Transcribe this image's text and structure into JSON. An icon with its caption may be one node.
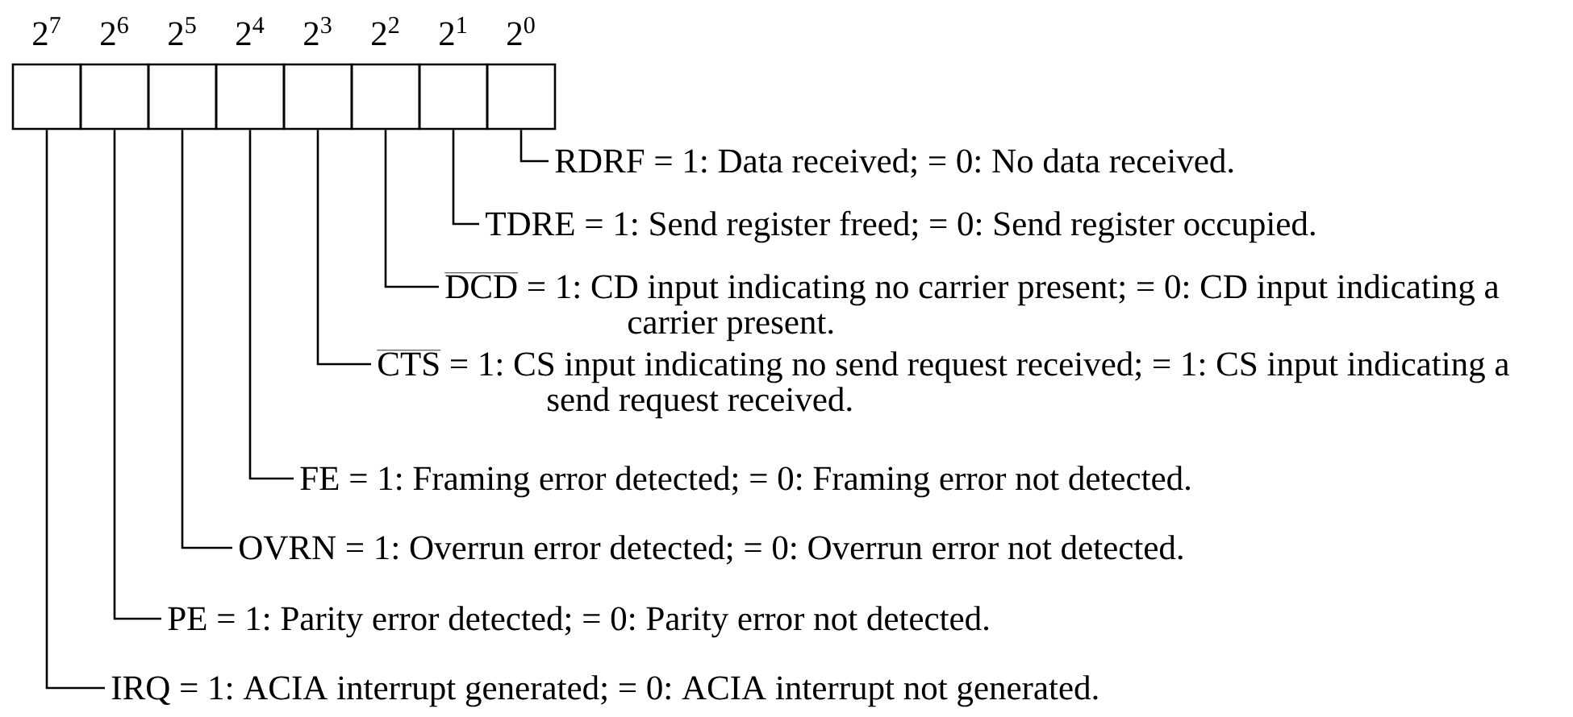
{
  "diagram": {
    "nodes": [
      {
        "text": [],
        "shape": "box"
      },
      {
        "text": [],
        "shape": "box"
      },
      {
        "text": [],
        "shape": "box"
      },
      {
        "text": [],
        "shape": "box"
      },
      {
        "text": [],
        "shape": "box"
      },
      {
        "text": [],
        "shape": "box"
      },
      {
        "text": [],
        "shape": "box"
      },
      {
        "text": [],
        "shape": "box"
      },
      {
        "text": [
          "RDRF = 1: Data received; = 0: No data received."
        ]
      },
      {
        "text": [
          "TDRE = 1: Send register freed; = 0: Send register occupied."
        ]
      },
      {
        "text": [
          "DCD",
          "= 1: CD input indicating no carrier present; = 0: CD input indicating a carrier present."
        ]
      },
      {
        "text": [
          "CTS",
          "= 1: CS input indicating no send request received; = 1: CS input indicating a send request received."
        ]
      },
      {
        "text": [
          "FE = 1: Framing error detected; = 0: Framing error not detected."
        ]
      },
      {
        "text": [
          "OVRN = 1: Overrun error detected; = 0: Overrun error not detected."
        ]
      },
      {
        "text": [
          "PE = 1: Parity error detected; = 0: Parity error not detected."
        ]
      },
      {
        "text": [
          "IRQ = 1: ACIA interrupt generated; = 0: ACIA interrupt not generated."
        ]
      }
    ],
    "edges": [
      {
        "from": 7,
        "to": 8,
        "arrow": "none"
      },
      {
        "from": 6,
        "to": 9,
        "arrow": "none"
      },
      {
        "from": 5,
        "to": 10,
        "arrow": "none"
      },
      {
        "from": 4,
        "to": 11,
        "arrow": "none"
      },
      {
        "from": 3,
        "to": 12,
        "arrow": "none"
      },
      {
        "from": 2,
        "to": 13,
        "arrow": "none"
      },
      {
        "from": 1,
        "to": 14,
        "arrow": "none"
      },
      {
        "from": 0,
        "to": 15,
        "arrow": "none"
      }
    ],
    "labels": [
      "2$^{7}$",
      "2$^{6}$",
      "2$^{5}$",
      "2$^{4}$",
      "2$^{3}$",
      "2$^{2}$",
      "2$^{1}$",
      "2$^{0}$"
    ]
  }
}
